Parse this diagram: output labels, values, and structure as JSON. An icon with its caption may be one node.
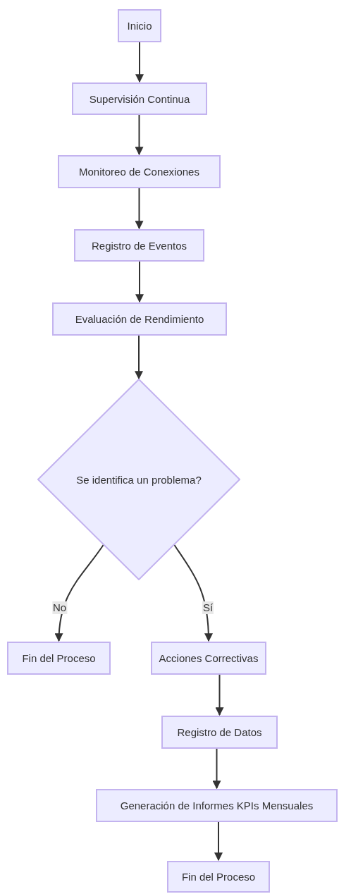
{
  "diagram": {
    "nodes": [
      {
        "text": [
          "Inicio"
        ]
      },
      {
        "text": [
          "Supervisión Continua"
        ]
      },
      {
        "text": [
          "Monitoreo de Conexiones"
        ]
      },
      {
        "text": [
          "Registro de Eventos"
        ]
      },
      {
        "text": [
          "Evaluación de Rendimiento"
        ]
      },
      {
        "text": [
          "Se identifica un problema?"
        ]
      },
      {
        "text": [
          "Fin del Proceso"
        ]
      },
      {
        "text": [
          "Acciones Correctivas"
        ]
      },
      {
        "text": [
          "Registro de Datos"
        ]
      },
      {
        "text": [
          "Generación de Informes KPIs Mensuales"
        ]
      },
      {
        "text": [
          "Fin del Proceso"
        ]
      }
    ],
    "edges": [
      {
        "from": 0,
        "to": 1,
        "arrow": "to"
      },
      {
        "from": 1,
        "to": 2,
        "arrow": "to"
      },
      {
        "from": 2,
        "to": 3,
        "arrow": "to"
      },
      {
        "from": 3,
        "to": 4,
        "arrow": "to"
      },
      {
        "from": 4,
        "to": 5,
        "arrow": "to"
      },
      {
        "from": 5,
        "to": 6,
        "arrow": "to",
        "label": "No"
      },
      {
        "from": 5,
        "to": 7,
        "arrow": "to",
        "label": "Sí"
      },
      {
        "from": 7,
        "to": 8,
        "arrow": "to"
      },
      {
        "from": 8,
        "to": 9,
        "arrow": "to"
      },
      {
        "from": 9,
        "to": 10,
        "arrow": "to"
      }
    ]
  }
}
